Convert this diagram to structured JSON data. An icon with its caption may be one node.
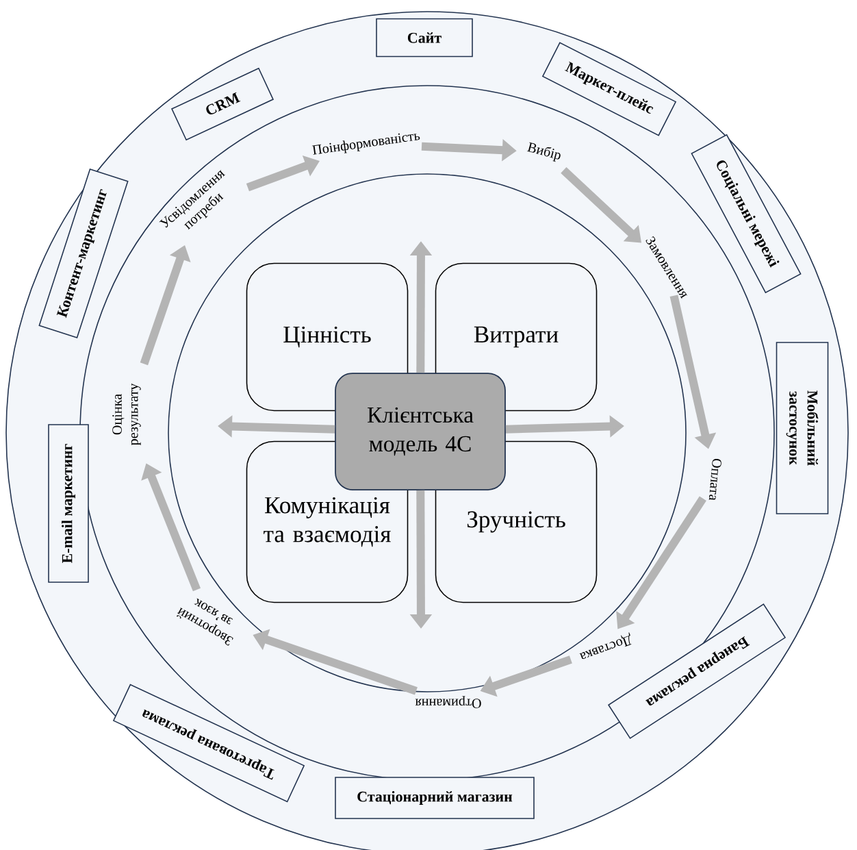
{
  "diagram": {
    "nodes": [
      {
        "text": [
          "Сайт"
        ]
      },
      {
        "text": [
          "Маркет-плейс"
        ]
      },
      {
        "text": [
          "Соціальні мережі"
        ]
      },
      {
        "text": [
          "Мобільний застосунок"
        ]
      },
      {
        "text": [
          "Банерна реклама"
        ]
      },
      {
        "text": [
          "Стаціонарний магазин"
        ]
      },
      {
        "text": [
          "Таргетована реклама"
        ]
      },
      {
        "text": [
          "E-mail маркетинг"
        ]
      },
      {
        "text": [
          "Контент-маркетинг"
        ]
      },
      {
        "text": [
          "CRM"
        ]
      },
      {
        "text": [
          "Усвідомлення потреби"
        ]
      },
      {
        "text": [
          "Поінформованість"
        ]
      },
      {
        "text": [
          "Вибір"
        ]
      },
      {
        "text": [
          "Замовлення"
        ]
      },
      {
        "text": [
          "Оплата"
        ]
      },
      {
        "text": [
          "Доставка"
        ]
      },
      {
        "text": [
          "Отримання"
        ]
      },
      {
        "text": [
          "Зворотний зв’язок"
        ]
      },
      {
        "text": [
          "Оцінка результату"
        ]
      },
      {
        "text": [
          "Цінність"
        ]
      },
      {
        "text": [
          "Витрати"
        ]
      },
      {
        "text": [
          "Комунікація та взаємодія"
        ]
      },
      {
        "text": [
          "Зручність"
        ]
      },
      {
        "text": [
          "Клієнтська модель 4С"
        ]
      }
    ],
    "edges": [
      {
        "from": 10,
        "to": 11,
        "arrow": "to"
      },
      {
        "from": 11,
        "to": 12,
        "arrow": "to"
      },
      {
        "from": 12,
        "to": 13,
        "arrow": "to"
      },
      {
        "from": 13,
        "to": 14,
        "arrow": "to"
      },
      {
        "from": 14,
        "to": 15,
        "arrow": "to"
      },
      {
        "from": 15,
        "to": 16,
        "arrow": "to"
      },
      {
        "from": 16,
        "to": 17,
        "arrow": "to"
      },
      {
        "from": 17,
        "to": 18,
        "arrow": "to"
      },
      {
        "from": 18,
        "to": 10,
        "arrow": "to"
      },
      {
        "from": 23,
        "to": null,
        "arrow": "to"
      },
      {
        "from": 23,
        "to": null,
        "arrow": "to"
      },
      {
        "from": 23,
        "to": null,
        "arrow": "to"
      },
      {
        "from": 23,
        "to": null,
        "arrow": "to"
      }
    ]
  }
}
